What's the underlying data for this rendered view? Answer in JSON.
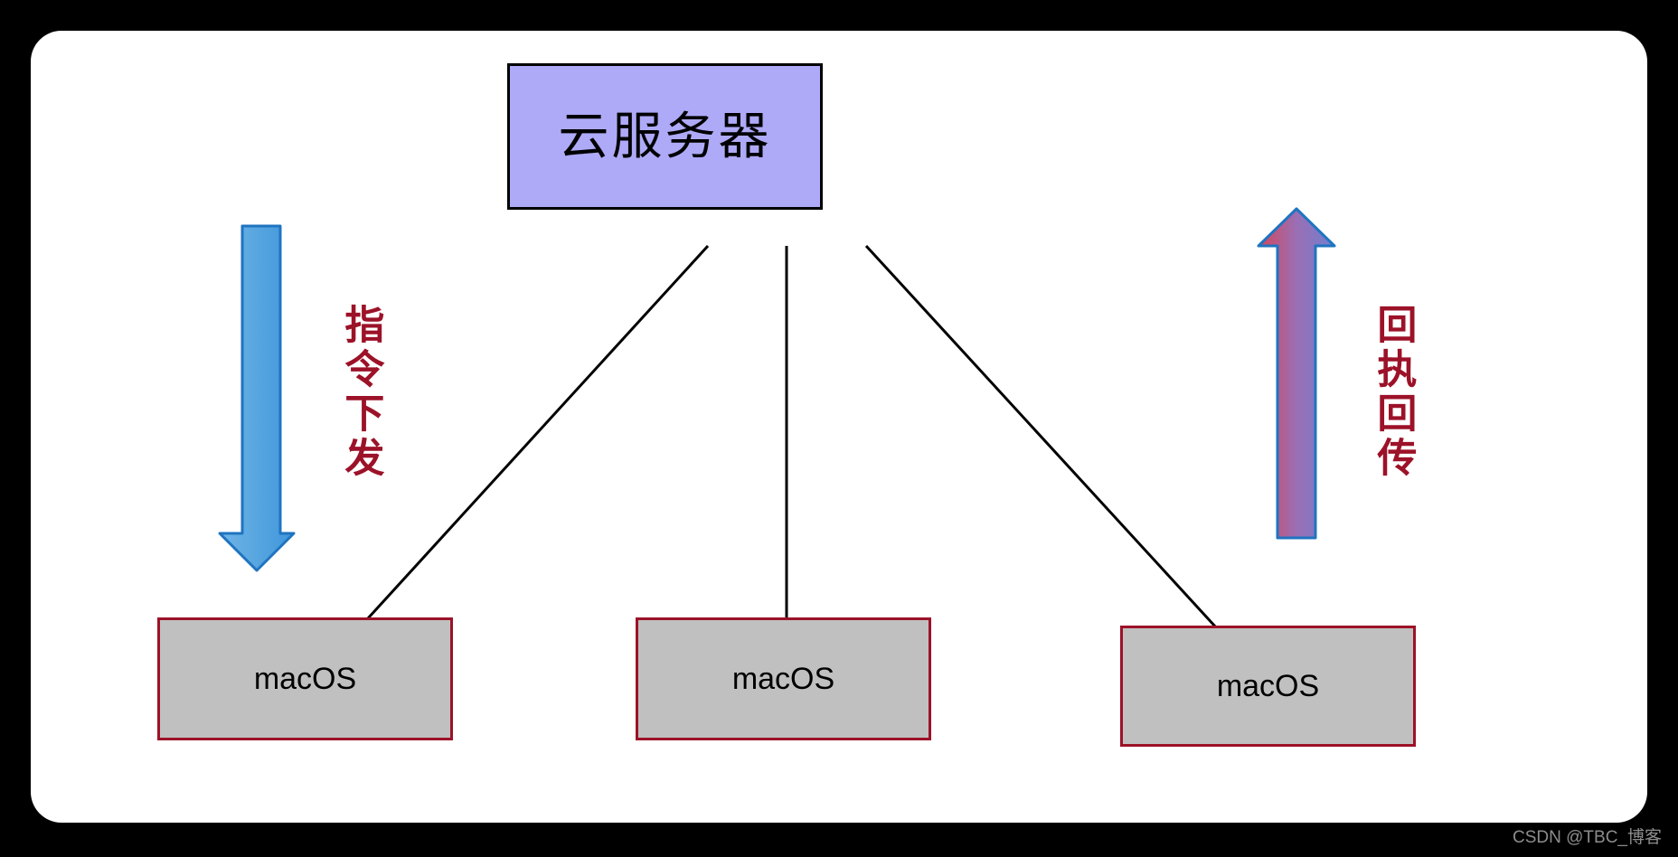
{
  "canvas": {
    "background_color": "#000000",
    "card_color": "#ffffff"
  },
  "server": {
    "label": "云服务器",
    "fill_color": "#aeaaf8",
    "border_color": "#000000"
  },
  "clients": [
    {
      "label": "macOS",
      "fill_color": "#c0c0c0",
      "border_color": "#9c1228"
    },
    {
      "label": "macOS",
      "fill_color": "#c0c0c0",
      "border_color": "#9c1228"
    },
    {
      "label": "macOS",
      "fill_color": "#c0c0c0",
      "border_color": "#9c1228"
    }
  ],
  "flows": {
    "downlink": {
      "label": "指令下发",
      "text_color": "#9c1228",
      "arrow_direction": "down",
      "arrow_fill_color": "#5aa7e0",
      "arrow_stroke_color": "#1f74c0"
    },
    "uplink": {
      "label": "回执回传",
      "text_color": "#9c1228",
      "arrow_direction": "up",
      "arrow_gradient_start": "#d93b4e",
      "arrow_gradient_end": "#6f7fd0",
      "arrow_stroke_color": "#1f74c0"
    }
  },
  "connectors": {
    "stroke_color": "#000000",
    "count": 3
  },
  "watermark": {
    "text": "CSDN @TBC_博客",
    "color": "#8d8d8d"
  }
}
